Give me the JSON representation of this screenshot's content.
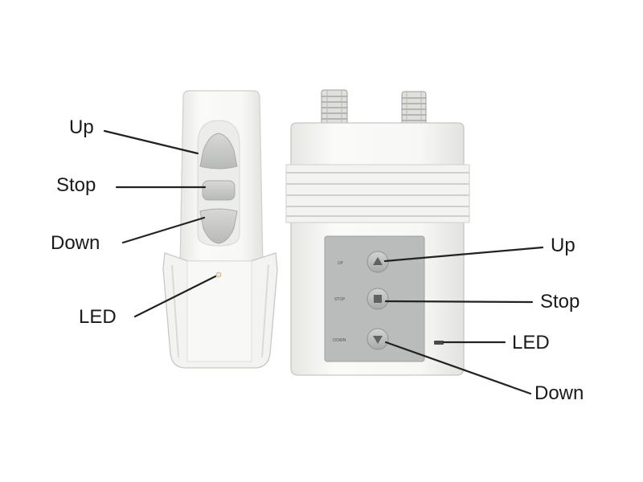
{
  "remote": {
    "labels": {
      "up": "Up",
      "stop": "Stop",
      "down": "Down",
      "led": "LED"
    }
  },
  "receiver": {
    "labels": {
      "up": "Up",
      "stop": "Stop",
      "down": "Down",
      "led": "LED"
    },
    "panel_text": {
      "up": "UP",
      "stop": "STOP",
      "down": "DOWN"
    }
  },
  "colors": {
    "device_body": "#f4f4f2",
    "device_edge": "#c9c9c6",
    "button": "#c6c8c6",
    "panel": "#b9bcbb",
    "leader_line": "#222222"
  }
}
